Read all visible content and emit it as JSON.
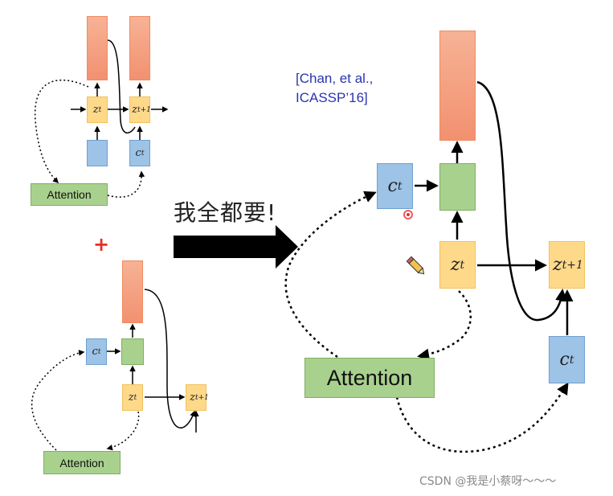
{
  "citation": {
    "line1": "[Chan, et al.,",
    "line2": "ICASSP’16]"
  },
  "slogan": "我全都要!",
  "plus_sign": "+",
  "watermark": "CSDN @我是小蔡呀～～～",
  "diagrams": {
    "top_left": {
      "z_t": "z",
      "z_t_sup": "t",
      "z_next": "z",
      "z_next_sup": "t+1",
      "c_t": "c",
      "c_t_sup": "t",
      "attention": "Attention"
    },
    "bottom_left": {
      "c_t": "c",
      "c_t_sup": "t",
      "z_t": "z",
      "z_t_sup": "t",
      "z_next": "z",
      "z_next_sup": "t+1",
      "attention": "Attention"
    },
    "right": {
      "c_t_left": "c",
      "c_t_left_sup": "t",
      "z_t": "z",
      "z_t_sup": "t",
      "z_next": "z",
      "z_next_sup": "t+1",
      "c_t_right": "c",
      "c_t_right_sup": "t",
      "attention": "Attention"
    }
  },
  "colors": {
    "output_box": "#f4a582",
    "state_box": "#ffd98a",
    "context_box": "#9dc3e6",
    "attention_box": "#a9d18e",
    "citation_text": "#2a34b0",
    "plus_sign": "#e53027"
  },
  "icons": [
    "big-right-arrow-icon",
    "pencil-cursor-icon",
    "red-dot-cursor-icon"
  ]
}
